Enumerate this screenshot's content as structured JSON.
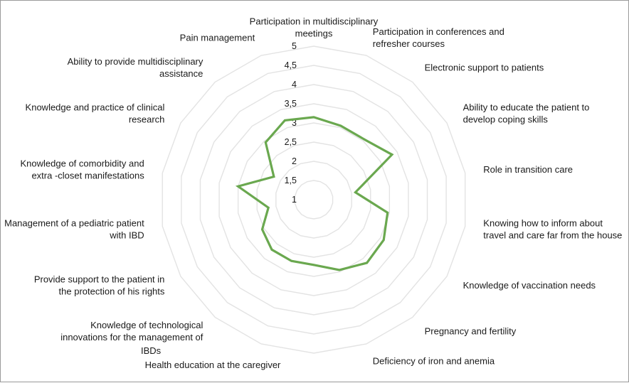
{
  "chart_data": {
    "type": "radar",
    "title": "",
    "r_ticks": [
      "1",
      "1,5",
      "2",
      "2,5",
      "3",
      "3,5",
      "4",
      "4,5",
      "5"
    ],
    "r_range": [
      1,
      5
    ],
    "grid": true,
    "series_color": "#6aa84f",
    "grid_color": "#e3e3e3",
    "categories": [
      "Participation in multidisciplinary meetings",
      "Participation in conferences and refresher courses",
      "Electronic support to patients",
      "Ability to educate the patient to develop coping skills",
      "Role in transition care",
      "Knowing how to inform about travel and care far from the house",
      "Knowledge of vaccination needs",
      "Pregnancy and fertility",
      "Deficiency of iron and anemia",
      "Health education at the caregiver",
      "IBDs",
      "Knowledge of technological innovations for the management of",
      "Provide support to the patient in the protection of his rights",
      "Management of a pediatric patient with IBD",
      "Knowledge of comorbidity and extra -closet manifestations",
      "Knowledge and practice of clinical research",
      "Ability to provide multidisciplinary assistance",
      "Pain management"
    ],
    "labels": [
      [
        "Participation in multidisciplinary",
        "meetings"
      ],
      [
        "Participation in conferences and",
        "refresher courses"
      ],
      [
        "Electronic support to patients"
      ],
      [
        "Ability to educate the patient to",
        "develop coping skills"
      ],
      [
        "Role in transition care"
      ],
      [
        "Knowing how to inform about",
        "travel and care far from the house"
      ],
      [
        "Knowledge of vaccination needs"
      ],
      [
        "Pregnancy and fertility"
      ],
      [
        "Deficiency of iron and anemia"
      ],
      [
        "Health education at the caregiver"
      ],
      [
        "IBDs"
      ],
      [
        "Knowledge of technological",
        "innovations for the management of"
      ],
      [
        "Provide support to the patient in",
        "the protection of his rights"
      ],
      [
        "Management of a pediatric patient",
        "with IBD"
      ],
      [
        "Knowledge of comorbidity and",
        "extra -closet manifestations"
      ],
      [
        "Knowledge and practice of clinical",
        "research"
      ],
      [
        "Ability to provide multidisciplinary",
        "assistance"
      ],
      [
        "Pain management"
      ]
    ],
    "series": [
      {
        "values": [
          3.15,
          3.05,
          3.05,
          3.35,
          2.1,
          2.95,
          3.1,
          3.15,
          2.95,
          2.7,
          2.7,
          2.7,
          2.55,
          2.2,
          3.0,
          2.2,
          2.95,
          3.2
        ]
      }
    ]
  }
}
